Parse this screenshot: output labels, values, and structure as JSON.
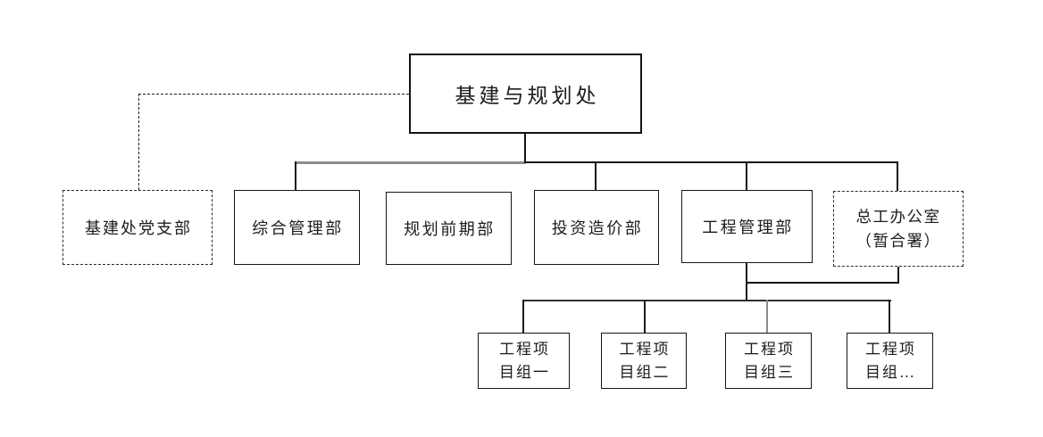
{
  "colors": {
    "background": "#ffffff",
    "line_black": "#141414",
    "line_gray": "#8d8d8d",
    "text": "#1c1c1c"
  },
  "org_chart": {
    "root": {
      "label": "基建与规划处"
    },
    "level2": [
      {
        "label": "基建处党支部",
        "style": "dashed"
      },
      {
        "label": "综合管理部",
        "style": "solid"
      },
      {
        "label": "规划前期部",
        "style": "solid"
      },
      {
        "label": "投资造价部",
        "style": "solid"
      },
      {
        "label": "工程管理部",
        "style": "solid"
      },
      {
        "label": "总工办公室",
        "label_line2": "（暂合署）",
        "style": "dashed"
      }
    ],
    "level3": [
      {
        "line1": "工程项",
        "line2": "目组一"
      },
      {
        "line1": "工程项",
        "line2": "目组二"
      },
      {
        "line1": "工程项",
        "line2": "目组三"
      },
      {
        "line1": "工程项",
        "line2": "目组…"
      }
    ]
  }
}
